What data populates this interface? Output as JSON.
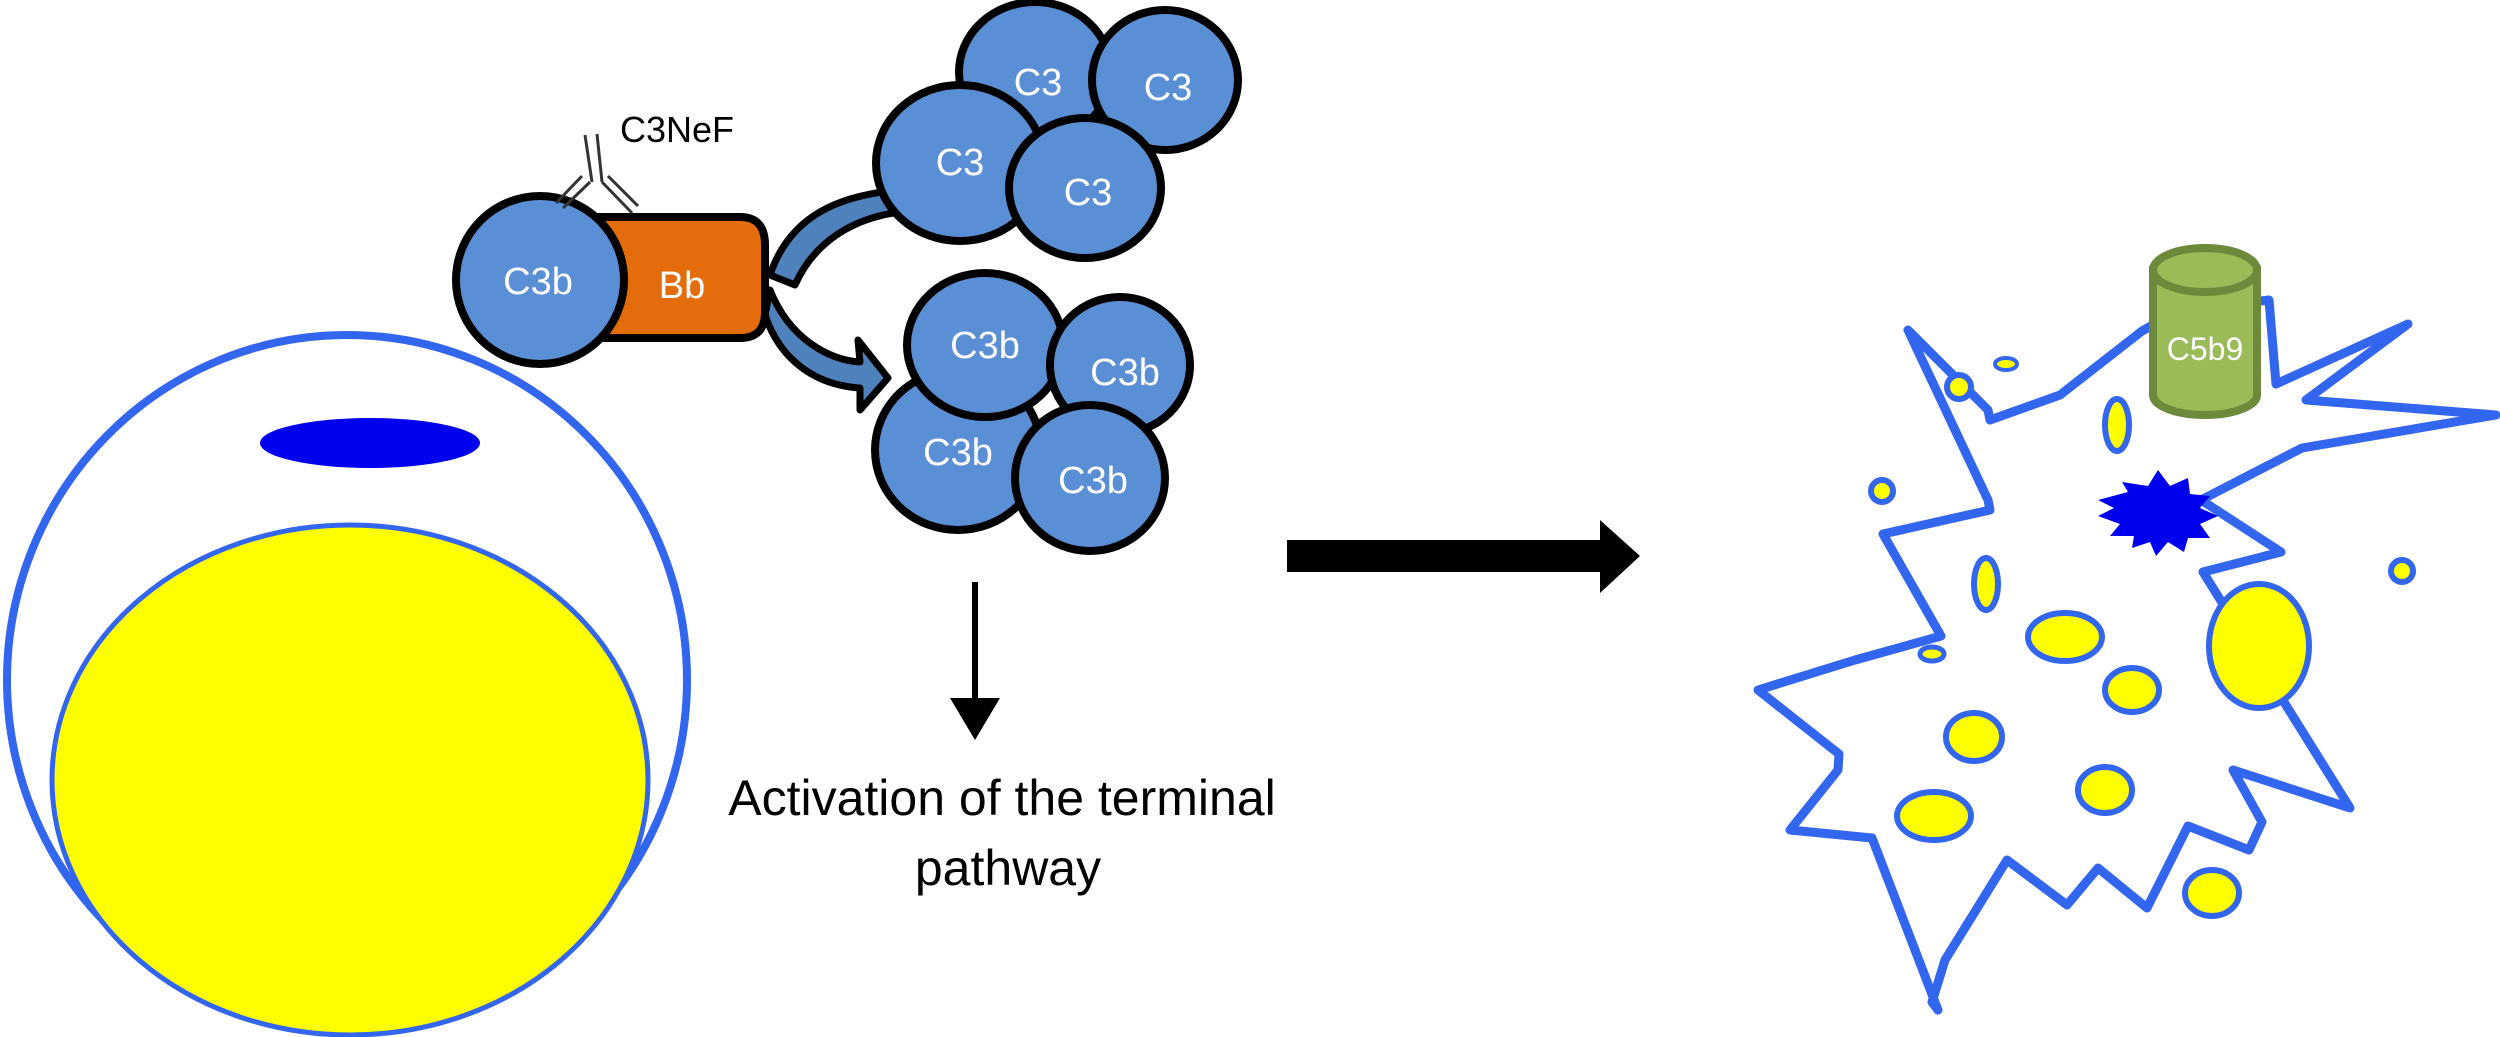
{
  "colors": {
    "protein_blue": "#5a8fd6",
    "bb_orange": "#e46c0a",
    "outline": "#000000",
    "cell_membrane": "#3366ee",
    "nucleus_yellow": "#ffff00",
    "dark_blue": "#0000ee",
    "mac_green": "#9bbb59",
    "mac_green_dark": "#6d8a3a",
    "arrow_fill": "#4f81bd"
  },
  "convertase": {
    "antibody_label": "C3NeF",
    "c3b_label": "C3b",
    "bb_label": "Bb"
  },
  "c3_cluster": {
    "labels": [
      "C3",
      "C3",
      "C3",
      "C3"
    ]
  },
  "c3b_cluster": {
    "labels": [
      "C3b",
      "C3b",
      "C3b",
      "C3b"
    ]
  },
  "terminal_pathway": {
    "line1": "Activation of the terminal",
    "line2": "pathway"
  },
  "mac": {
    "label": "C5b9"
  },
  "intact_cell": {
    "description": "intact cell"
  },
  "lysed_cell": {
    "description": "lysed cell"
  }
}
